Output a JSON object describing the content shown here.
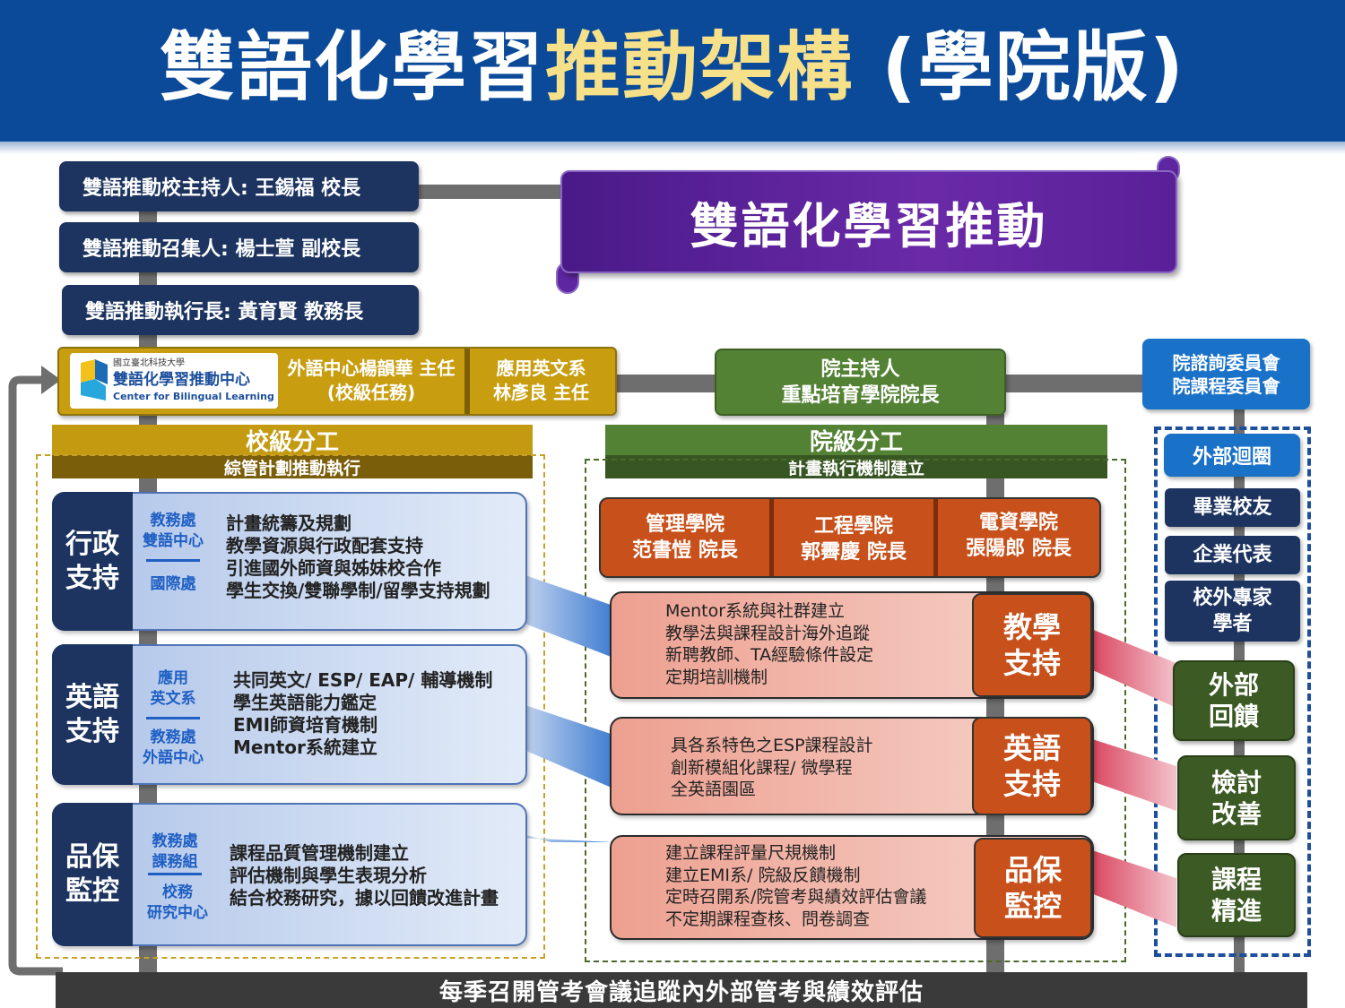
{
  "header": {
    "title_white": "雙語化學習",
    "title_yellow": "推動架構",
    "title_suffix": " (學院版)"
  },
  "leaders": [
    "雙語推動校主持人: 王錫福 校長",
    "雙語推動召集人: 楊士萱 副校長",
    "雙語推動執行長: 黃育賢 教務長"
  ],
  "banner": "雙語化學習推動",
  "cbl_logo": {
    "line1": "國立臺北科技大學",
    "line2": "雙語化學習推動中心",
    "line3": "Center for Bilingual Learning"
  },
  "gold_cells": [
    [
      "外語中心楊韻華 主任",
      "(校級任務)"
    ],
    [
      "應用英文系",
      "林彥良 主任"
    ]
  ],
  "college_host": [
    "院主持人",
    "重點培育學院院長"
  ],
  "committee": [
    "院諮詢委員會",
    "院課程委員會"
  ],
  "school_level": {
    "title": "校級分工",
    "subtitle": "綜管計劃推動執行"
  },
  "college_level": {
    "title": "院級分工",
    "subtitle": "計畫執行機制建立"
  },
  "school_support": [
    {
      "label": [
        "行政",
        "支持"
      ],
      "units": [
        [
          "教務處",
          "雙語中心"
        ],
        [
          "國際處"
        ]
      ],
      "items": [
        "計畫統籌及規劃",
        "教學資源與行政配套支持",
        "引進國外師資與姊妹校合作",
        "學生交換/雙聯學制/留學支持規劃"
      ]
    },
    {
      "label": [
        "英語",
        "支持"
      ],
      "units": [
        [
          "應用",
          "英文系"
        ],
        [
          "教務處",
          "外語中心"
        ]
      ],
      "items": [
        "共同英文/ ESP/ EAP/ 輔導機制",
        "學生英語能力鑑定",
        "EMI師資培育機制",
        "Mentor系統建立"
      ]
    },
    {
      "label": [
        "品保",
        "監控"
      ],
      "units": [
        [
          "教務處",
          "課務組"
        ],
        [
          "校務",
          "研究中心"
        ]
      ],
      "items": [
        "課程品質管理機制建立",
        "評估機制與學生表現分析",
        "結合校務研究，據以回饋改進計畫"
      ]
    }
  ],
  "deans": [
    [
      "管理學院",
      "范書愷 院長"
    ],
    [
      "工程學院",
      "郭霽慶 院長"
    ],
    [
      "電資學院",
      "張陽郎 院長"
    ]
  ],
  "college_support": [
    {
      "items": [
        "Mentor系統與社群建立",
        "教學法與課程設計海外追蹤",
        "新聘教師、TA經驗條件設定",
        "定期培訓機制"
      ],
      "label": [
        "教學",
        "支持"
      ]
    },
    {
      "items": [
        "具各系特色之ESP課程設計",
        "創新模組化課程/ 微學程",
        "全英語園區"
      ],
      "label": [
        "英語",
        "支持"
      ]
    },
    {
      "items": [
        "建立課程評量尺規機制",
        "建立EMI系/ 院級反饋機制",
        "定時召開系/院管考與績效評估會議",
        "不定期課程查核、問卷調查"
      ],
      "label": [
        "品保",
        "監控"
      ]
    }
  ],
  "external": {
    "title": "外部迴圈",
    "members": [
      [
        "畢業校友"
      ],
      [
        "企業代表"
      ],
      [
        "校外專家",
        "學者"
      ]
    ],
    "feedback": [
      [
        "外部",
        "回饋"
      ],
      [
        "檢討",
        "改善"
      ],
      [
        "課程",
        "精進"
      ]
    ]
  },
  "footer": "每季召開管考會議追蹤內外部管考與績效評估"
}
